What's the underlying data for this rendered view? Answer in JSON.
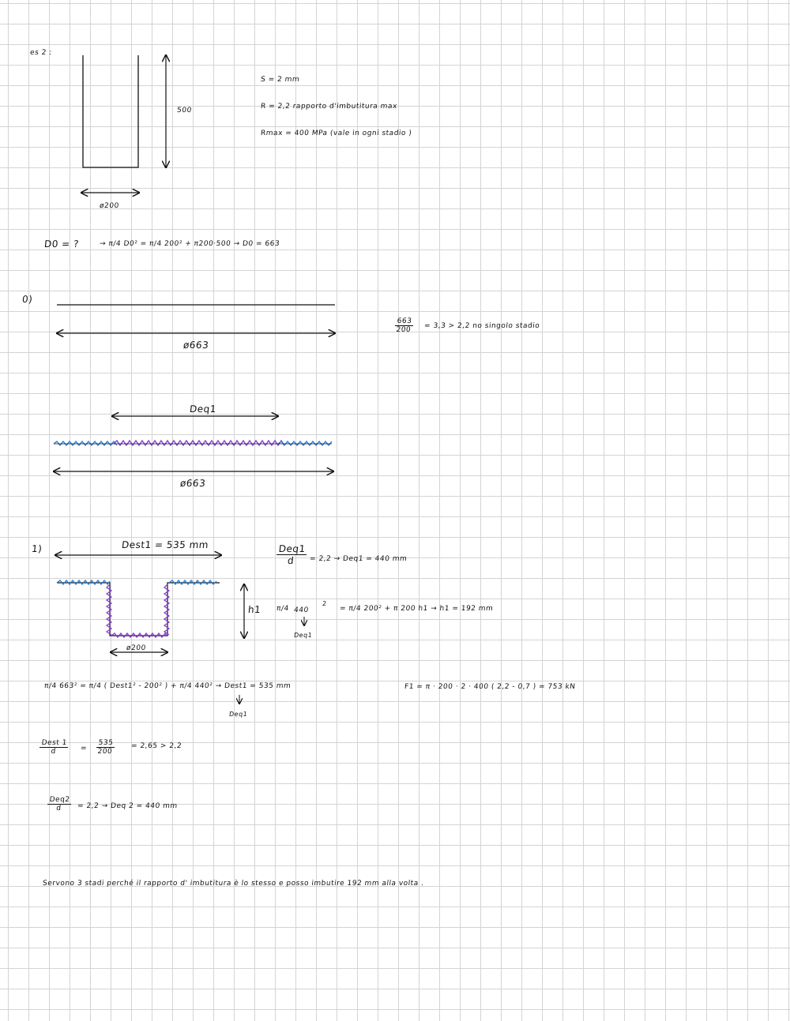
{
  "exercise": {
    "label": "es 2 :"
  },
  "given": {
    "height_label": "500",
    "diameter_label": "ø200",
    "line1": "S = 2 mm",
    "line2": "R = 2,2   rapporto   d'imbutitura   max",
    "line3": "Rmax = 400 MPa   (vale in   ogni   stadio )"
  },
  "eq_D0": {
    "lhs": "D0 = ?",
    "body": "→  π/4 D0²  =  π/4 200² + π200·500  → D0 = 663"
  },
  "step0": {
    "label": "0)",
    "diameter_label": "ø663",
    "frac_num": "663",
    "frac_den": "200",
    "result": "= 3,3  > 2,2   no singolo stadio"
  },
  "blank": {
    "deq_label": "Deq1",
    "diameter_label": "ø663"
  },
  "step1": {
    "label": "1)",
    "dest_label": "Dest1 = 535 mm",
    "cup_diameter": "ø200",
    "h_label": "h1",
    "deq_frac_num": "Deq1",
    "deq_frac_den": "d",
    "deq_result": "= 2,2  →  Deq1 = 440 mm",
    "h_eq_prefix": "π/4",
    "h_eq_val": "440",
    "h_eq_exp": "2",
    "h_eq_note": "Deq1",
    "h_eq_body": "= π/4 200² + π 200 h1  →  h1  = 192 mm"
  },
  "eq_Dest": {
    "body": "π/4 663² = π/4 ( Dest1² - 200² ) + π/4 440²  →  Dest1 = 535 mm",
    "note": "Deq1",
    "force": "F1 = π · 200 · 2 · 400 ( 2,2 - 0,7 ) = 753 kN"
  },
  "ratio_Dest": {
    "num": "Dest 1",
    "den": "d",
    "eq": "=",
    "num2": "535",
    "den2": "200",
    "result": "= 2,65  > 2,2"
  },
  "ratio_Deq2": {
    "num": "Deq2",
    "den": "d",
    "result": "= 2,2  → Deq 2 = 440 mm"
  },
  "conclusion": "Servono   3 stadi   perché  il  rapporto   d' imbutitura   è lo stesso   e posso   imbutire   192 mm  alla   volta .",
  "colors": {
    "ink": "#111111",
    "blue": "#2e7fd6",
    "purple": "#8a3fd1",
    "grid": "#d4d4d4"
  }
}
